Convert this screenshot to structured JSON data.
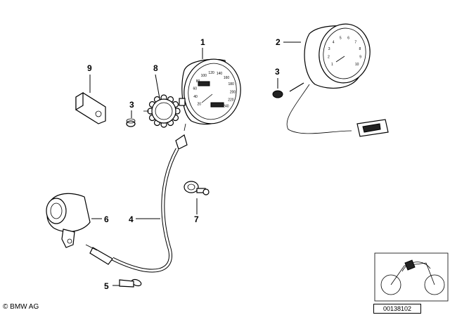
{
  "callouts": {
    "p1": "1",
    "p2": "2",
    "p3a": "3",
    "p3b": "3",
    "p4": "4",
    "p5": "5",
    "p6": "6",
    "p7": "7",
    "p8": "8",
    "p9": "9"
  },
  "speedo_scale": [
    "20",
    "40",
    "60",
    "80",
    "100",
    "120",
    "140",
    "160",
    "180",
    "200",
    "220",
    "240"
  ],
  "tacho_scale": [
    "1",
    "2",
    "3",
    "4",
    "5",
    "6",
    "7",
    "8",
    "9",
    "10"
  ],
  "footer": {
    "copyright": "© BMW AG",
    "doc_number": "00138102"
  }
}
